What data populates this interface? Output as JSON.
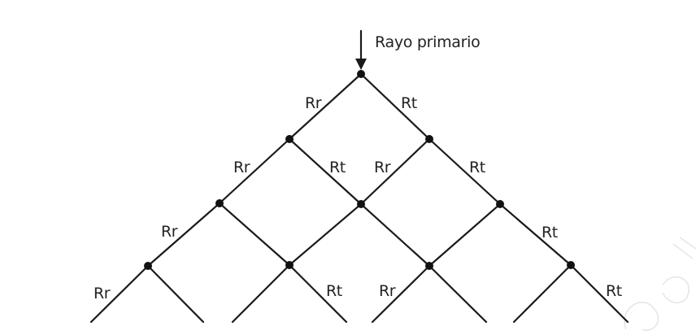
{
  "diagram": {
    "primary_ray_label": "Rayo primario",
    "reflected_label": "Rr",
    "transmitted_label": "Rt"
  }
}
